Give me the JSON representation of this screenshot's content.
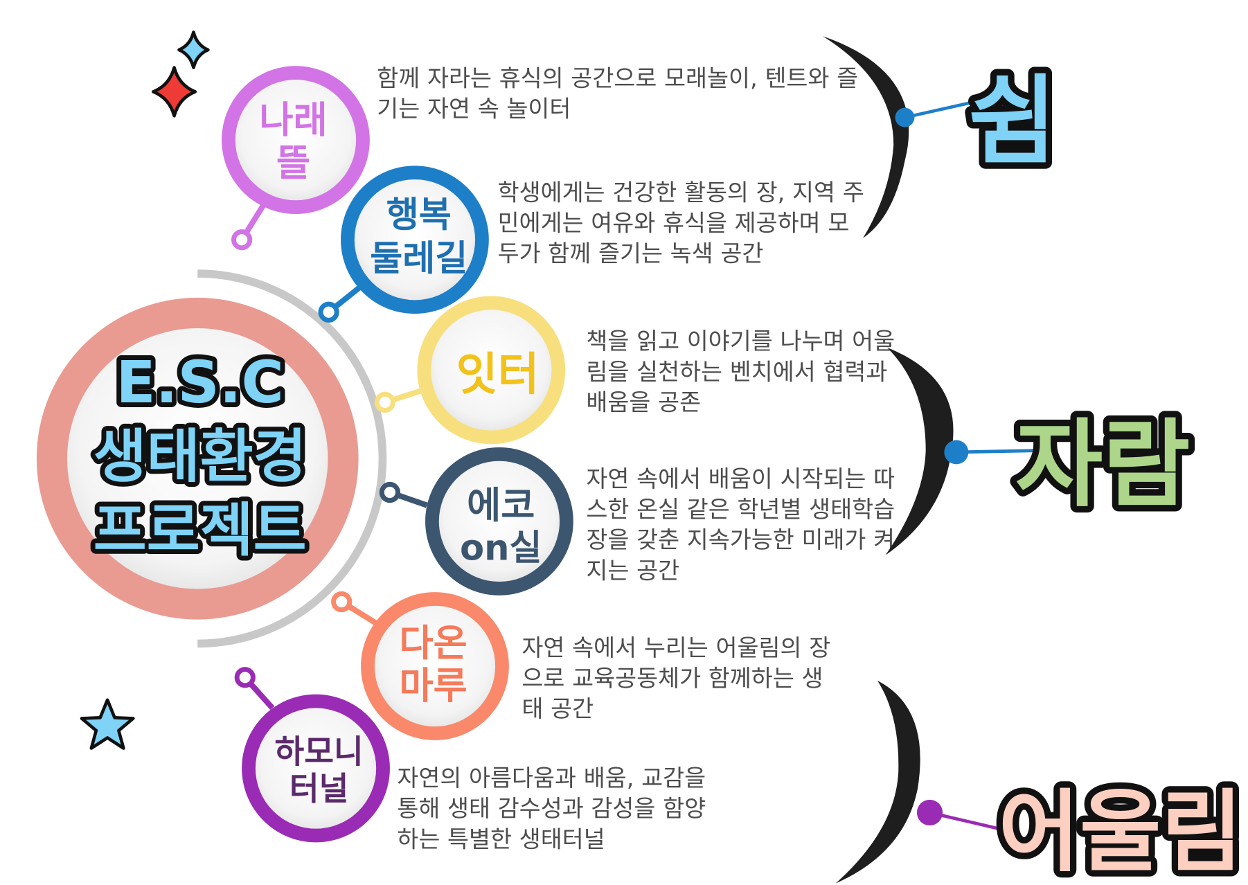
{
  "center": {
    "line1": "E.S.C",
    "line2": "생태환경",
    "line3": "프로젝트"
  },
  "nodes": [
    {
      "id": "naraetteul",
      "name_lines": [
        "나래",
        "뜰"
      ],
      "color": "#d273e6",
      "text_color": "#d273e6",
      "desc_lines": [
        "함께 자라는 휴식의 공간으로 모래놀이, 텐트와 즐",
        "기는 자연 속 놀이터"
      ]
    },
    {
      "id": "haengbok",
      "name_lines": [
        "행복",
        "둘레길"
      ],
      "color": "#1e7fc9",
      "text_color": "#1e6fb0",
      "desc_lines": [
        "학생에게는 건강한 활동의 장, 지역 주",
        "민에게는 여유와 휴식을 제공하며 모",
        "두가 함께 즐기는 녹색 공간"
      ]
    },
    {
      "id": "itteo",
      "name_lines": [
        "잇터"
      ],
      "color": "#f7df7e",
      "text_color": "#f2c21b",
      "desc_lines": [
        "책을 읽고 이야기를 나누며 어울",
        "림을 실천하는 벤치에서 협력과",
        "배움을 공존"
      ]
    },
    {
      "id": "eco",
      "name_lines": [
        "에코",
        "on실"
      ],
      "color": "#3c5670",
      "text_color": "#3c5670",
      "desc_lines": [
        "자연 속에서 배움이 시작되는 따",
        "스한 온실 같은 학년별 생태학습",
        "장을 갖춘 지속가능한 미래가 켜",
        "지는 공간"
      ]
    },
    {
      "id": "daon",
      "name_lines": [
        "다온",
        "마루"
      ],
      "color": "#f9896a",
      "text_color": "#f47a5a",
      "desc_lines": [
        "자연 속에서 누리는 어울림의 장",
        "으로 교육공동체가 함께하는 생",
        "태 공간"
      ]
    },
    {
      "id": "harmony",
      "name_lines": [
        "하모니",
        "터널"
      ],
      "color": "#9a2bb4",
      "text_color": "#5b2a6b",
      "desc_lines": [
        "자연의 아름다움과 배움, 교감을",
        "통해 생태 감수성과 감성을 함양",
        "하는 특별한 생태터널"
      ]
    }
  ],
  "values": [
    {
      "label": "쉼",
      "color": "#7ed3f7",
      "connector_color": "#1e7fc9"
    },
    {
      "label": "자람",
      "color": "#aed68a",
      "connector_color": "#1e7fc9"
    },
    {
      "label": "어울림",
      "color": "#fccfc1",
      "connector_color": "#9a2bb4"
    }
  ],
  "decorations": {
    "sparkle_icons": [
      "diamond-sparkle-icon",
      "diamond-sparkle-icon",
      "star-icon"
    ]
  }
}
